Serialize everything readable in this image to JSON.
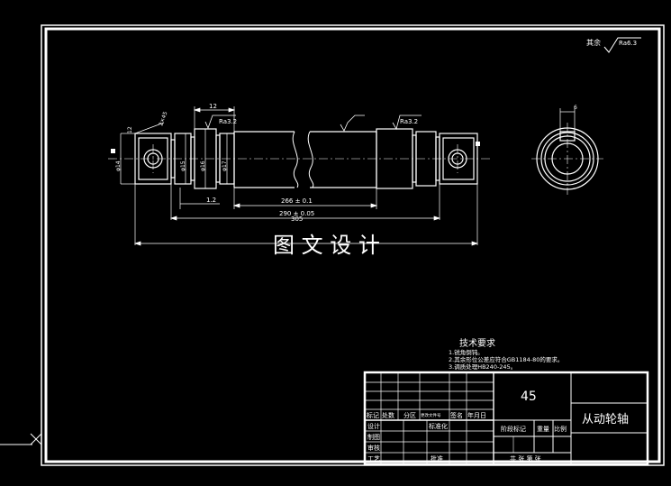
{
  "drawing": {
    "roughness_note_prefix": "其余",
    "roughness_note_value": "Ra6.3",
    "roughness_marks": [
      "Ra3.2",
      "Ra3.2"
    ],
    "watermark": "图 文 设 计",
    "dimensions": {
      "d_12": "12",
      "d_2x45": "2×45",
      "d_phi14": "φ14",
      "d_phi15": "φ15",
      "d_phi17": "φ17",
      "d_phi16": "φ16",
      "d_12_2": "12",
      "d_1_2": "1.2",
      "d_266": "266 ± 0.1",
      "d_290": "290 ± 0.05",
      "d_305": "305",
      "d_6": "6"
    }
  },
  "tech_requirements": {
    "title": "技术要求",
    "items": [
      "1.锐角倒钝。",
      "2.其余形位公差应符合GB1184-80的要求。",
      "3.调质处理HB240-245。"
    ]
  },
  "title_block": {
    "scale_value": "45",
    "part_name": "从动轮轴",
    "headers": {
      "mark": "标记",
      "count": "处数",
      "zone": "分区",
      "doc_no": "更改文件号",
      "sign": "签名",
      "date": "年月日"
    },
    "rows": {
      "design": "设计",
      "standard": "标准化",
      "draw": "制图",
      "review": "审核",
      "process": "工艺",
      "approve": "批准"
    },
    "stage_mark": "阶段标记",
    "weight": "重量",
    "scale": "比例",
    "sheets": "共 张 第 张"
  }
}
